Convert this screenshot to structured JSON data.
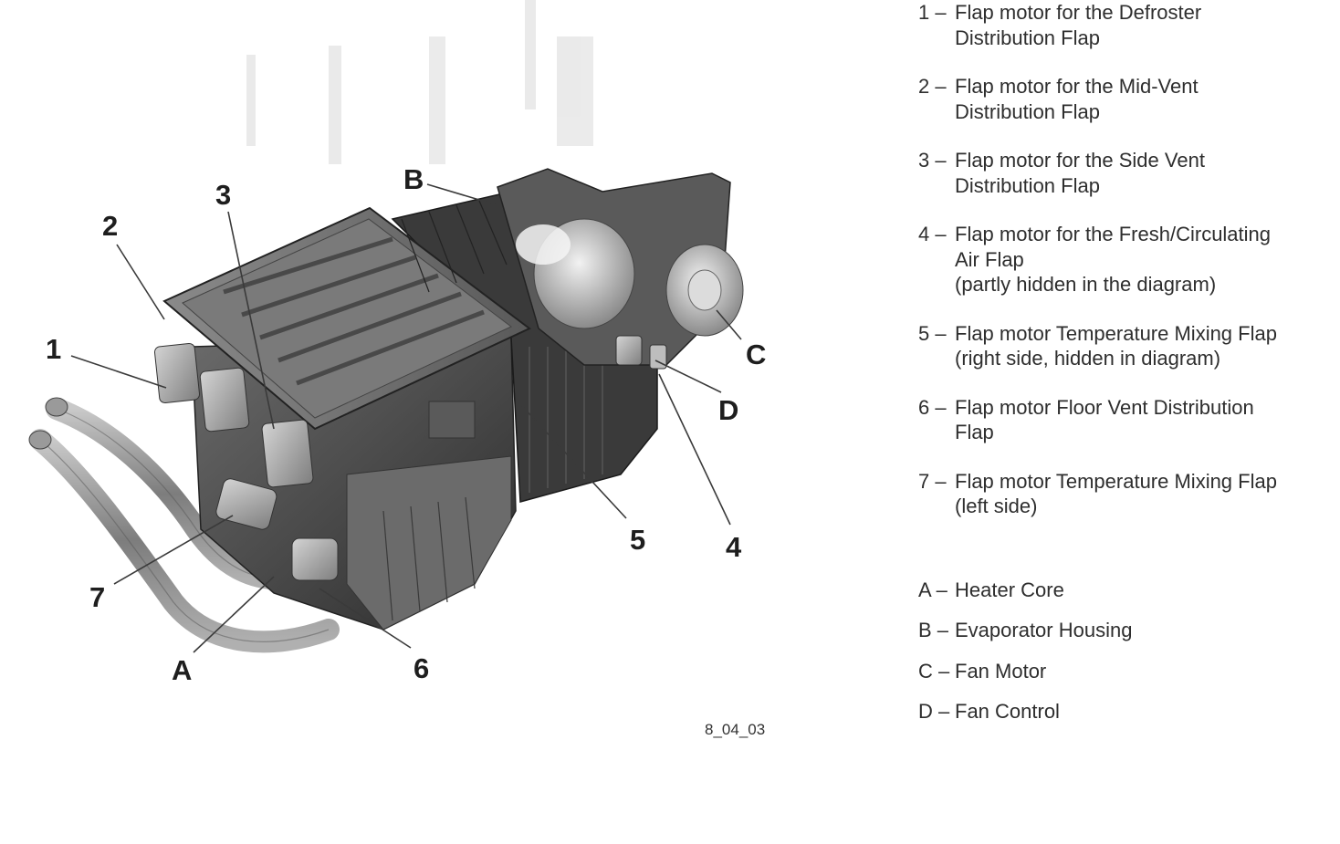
{
  "figure": {
    "code": "8_04_03",
    "callouts": [
      "1",
      "2",
      "3",
      "4",
      "5",
      "6",
      "7",
      "A",
      "B",
      "C",
      "D"
    ]
  },
  "legend": {
    "numbered": [
      {
        "key": "1 –",
        "lines": [
          "Flap motor for the Defroster",
          "Distribution Flap"
        ]
      },
      {
        "key": "2 –",
        "lines": [
          "Flap motor for the Mid-Vent",
          "Distribution Flap"
        ]
      },
      {
        "key": "3 –",
        "lines": [
          "Flap motor for the Side Vent",
          "Distribution Flap"
        ]
      },
      {
        "key": "4 –",
        "lines": [
          "Flap motor for the Fresh/Circulating",
          "Air Flap",
          "(partly hidden in the diagram)"
        ]
      },
      {
        "key": "5 –",
        "lines": [
          "Flap motor Temperature Mixing Flap",
          "(right side, hidden in diagram)"
        ]
      },
      {
        "key": "6 –",
        "lines": [
          "Flap motor Floor Vent Distribution",
          "Flap"
        ]
      },
      {
        "key": "7 –",
        "lines": [
          "Flap motor Temperature Mixing Flap",
          "(left side)"
        ]
      }
    ],
    "lettered": [
      {
        "key": "A –",
        "lines": [
          "Heater Core"
        ]
      },
      {
        "key": "B –",
        "lines": [
          "Evaporator Housing"
        ]
      },
      {
        "key": "C –",
        "lines": [
          "Fan Motor"
        ]
      },
      {
        "key": "D –",
        "lines": [
          "Fan Control"
        ]
      }
    ]
  }
}
